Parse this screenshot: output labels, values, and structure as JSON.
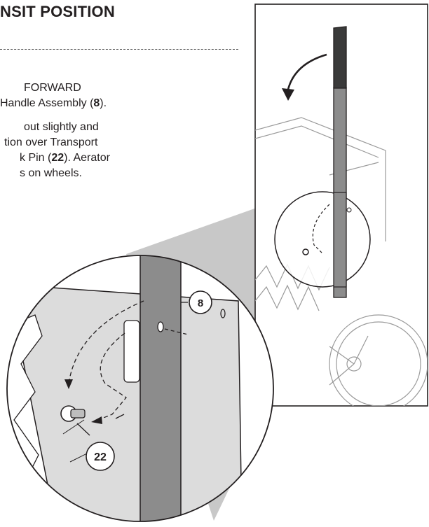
{
  "header": {
    "title": "NSIT POSITION"
  },
  "steps": [
    {
      "line1": "FORWARD",
      "line2_pre": "Handle Assembly (",
      "line2_ref": "8",
      "line2_post": ")."
    },
    {
      "line1": "out slightly and",
      "line2": "tion over Transport",
      "line3_pre": "k Pin (",
      "line3_ref": "22",
      "line3_post": "). Aerator",
      "line4": "s on wheels."
    }
  ],
  "callouts": {
    "handle_ref": "8",
    "pin_ref": "22"
  },
  "colors": {
    "handle_grip": "#3a3a3a",
    "handle_bar": "#8c8c8c",
    "detail_bg": "#dcdcdc",
    "zoom_cone": "#c8c8c8",
    "line": "#231f20"
  }
}
